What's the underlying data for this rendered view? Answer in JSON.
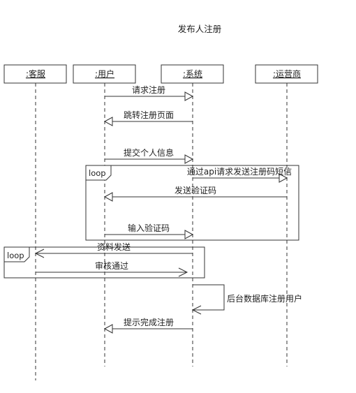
{
  "title": "发布人注册",
  "participants": [
    {
      "id": "cs",
      "label": ":客服"
    },
    {
      "id": "user",
      "label": ":用户"
    },
    {
      "id": "system",
      "label": ":系统"
    },
    {
      "id": "carrier",
      "label": ":运营商"
    }
  ],
  "messages": [
    {
      "id": "m1",
      "from": "user",
      "to": "system",
      "label": "请求注册"
    },
    {
      "id": "m2",
      "from": "system",
      "to": "user",
      "label": "跳转注册页面"
    },
    {
      "id": "m3",
      "from": "user",
      "to": "system",
      "label": "提交个人信息"
    },
    {
      "id": "m4",
      "from": "system",
      "to": "carrier",
      "label": "通过api请求发送注册码短信"
    },
    {
      "id": "m5",
      "from": "carrier",
      "to": "user",
      "label": "发送验证码"
    },
    {
      "id": "m6",
      "from": "user",
      "to": "system",
      "label": "输入验证码"
    },
    {
      "id": "m7",
      "from": "system",
      "to": "cs",
      "label": "资料发送"
    },
    {
      "id": "m8",
      "from": "cs",
      "to": "system",
      "label": "审核通过"
    },
    {
      "id": "m9",
      "from": "system",
      "to": "system",
      "label": "后台数据库注册用户"
    },
    {
      "id": "m10",
      "from": "system",
      "to": "user",
      "label": "提示完成注册"
    }
  ],
  "frames": [
    {
      "id": "f1",
      "tag": "loop"
    },
    {
      "id": "f2",
      "tag": "loop"
    }
  ]
}
